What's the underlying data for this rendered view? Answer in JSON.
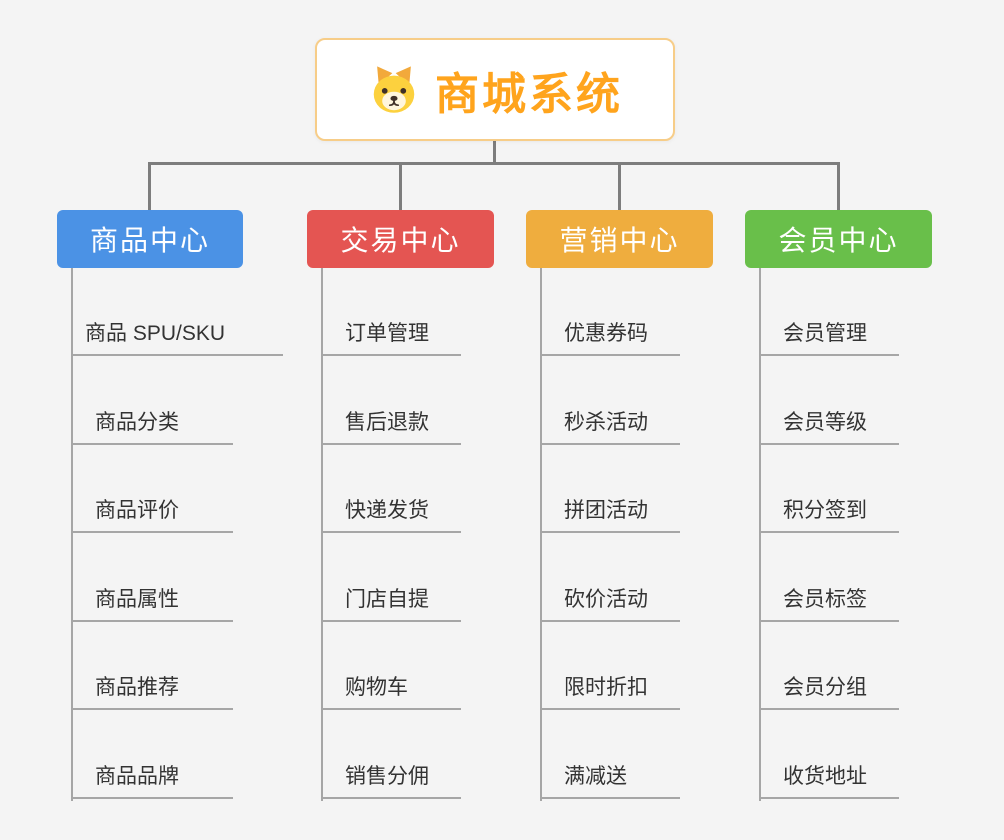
{
  "canvas": {
    "background": "#f4f4f4",
    "connector_color": "#7d7d7d",
    "sub_line_color": "#a6a6a6"
  },
  "root": {
    "label": "商城系统",
    "icon": "dog-icon",
    "text_color": "#ffa41d",
    "border_color": "#f7cd88",
    "background": "#ffffff"
  },
  "branches": [
    {
      "label": "商品中心",
      "color": "#4b92e5",
      "children": [
        "商品 SPU/SKU",
        "商品分类",
        "商品评价",
        "商品属性",
        "商品推荐",
        "商品品牌"
      ]
    },
    {
      "label": "交易中心",
      "color": "#e45552",
      "children": [
        "订单管理",
        "售后退款",
        "快递发货",
        "门店自提",
        "购物车",
        "销售分佣"
      ]
    },
    {
      "label": "营销中心",
      "color": "#efad3e",
      "children": [
        "优惠券码",
        "秒杀活动",
        "拼团活动",
        "砍价活动",
        "限时折扣",
        "满减送"
      ]
    },
    {
      "label": "会员中心",
      "color": "#69bf4a",
      "children": [
        "会员管理",
        "会员等级",
        "积分签到",
        "会员标签",
        "会员分组",
        "收货地址"
      ]
    }
  ]
}
